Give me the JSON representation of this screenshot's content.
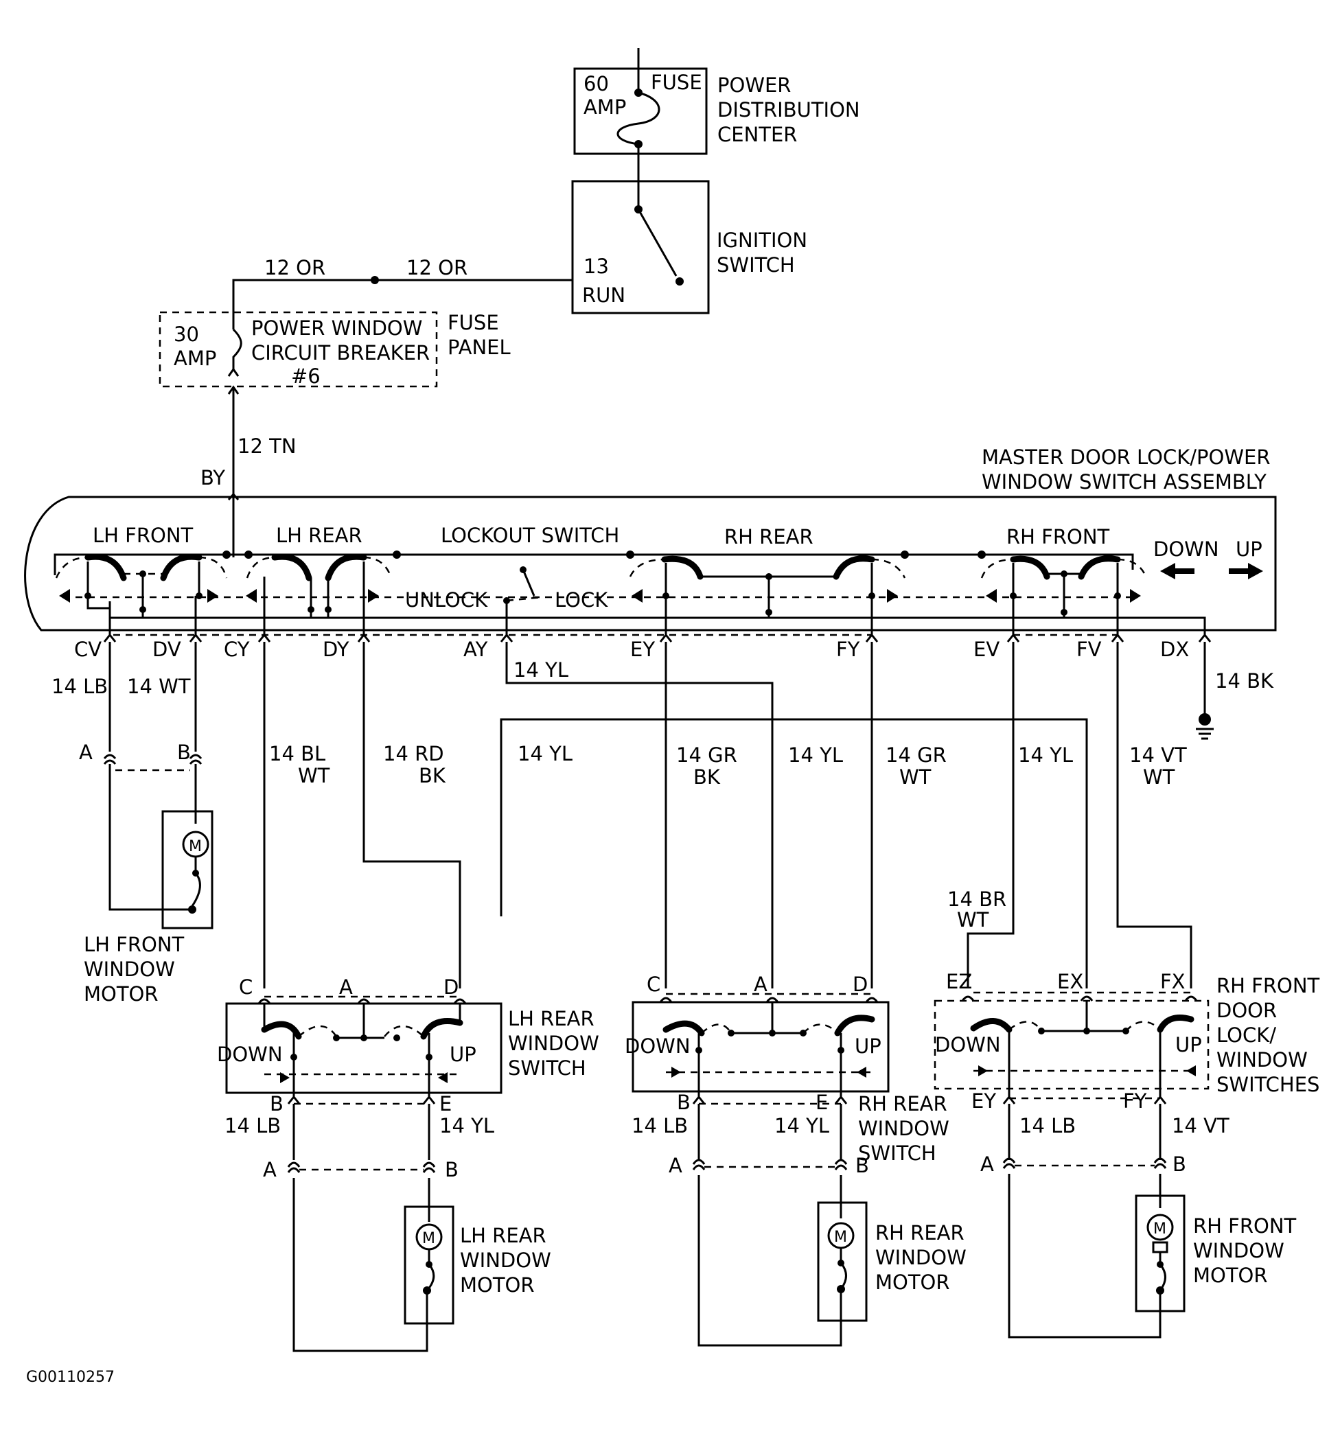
{
  "labels": {
    "fuse_60": [
      "60",
      "AMP"
    ],
    "fuse": "FUSE",
    "pdc": [
      "POWER",
      "DISTRIBUTION",
      "CENTER"
    ],
    "ign": [
      "IGNITION",
      "SWITCH"
    ],
    "run": [
      "13",
      "RUN"
    ],
    "wire_12or": "12 OR",
    "cb_30": [
      "30",
      "AMP"
    ],
    "cb": [
      "POWER WINDOW",
      "CIRCUIT BREAKER",
      "#6"
    ],
    "fuse_panel": [
      "FUSE",
      "PANEL"
    ],
    "wire_12tn": "12 TN",
    "by": "BY",
    "master": [
      "MASTER DOOR LOCK/POWER",
      "WINDOW SWITCH ASSEMBLY"
    ],
    "lh_front": "LH FRONT",
    "lh_rear": "LH REAR",
    "lockout": "LOCKOUT SWITCH",
    "rh_rear": "RH REAR",
    "rh_front": "RH FRONT",
    "down": "DOWN",
    "up": "UP",
    "unlock": "UNLOCK",
    "lock": "LOCK",
    "pin_cv": "CV",
    "pin_dv": "DV",
    "pin_cy": "CY",
    "pin_dy": "DY",
    "pin_ay": "AY",
    "pin_ey": "EY",
    "pin_fy": "FY",
    "pin_ev": "EV",
    "pin_fv": "FV",
    "pin_dx": "DX",
    "w_14lb": "14 LB",
    "w_14wt": "14 WT",
    "w_14bl": [
      "14 BL",
      "WT"
    ],
    "w_14rd": [
      "14 RD",
      "BK"
    ],
    "w_14yl": "14 YL",
    "w_14gr_bk": [
      "14 GR",
      "BK"
    ],
    "w_14gr_wt": [
      "14 GR",
      "WT"
    ],
    "w_14vt_wt": [
      "14 VT",
      "WT"
    ],
    "w_14bk": "14 BK",
    "w_14br_wt": [
      "14 BR",
      "WT"
    ],
    "w_14vt": "14 VT",
    "pin_a": "A",
    "pin_b": "B",
    "pin_c": "C",
    "pin_d": "D",
    "pin_e": "E",
    "pin_ez": "EZ",
    "pin_ex": "EX",
    "pin_fx": "FX",
    "pin_ey2": "EY",
    "pin_fy2": "FY",
    "lhf_motor": [
      "LH FRONT",
      "WINDOW",
      "MOTOR"
    ],
    "lhr_switch": [
      "LH REAR",
      "WINDOW",
      "SWITCH"
    ],
    "rhr_switch": [
      "RH REAR",
      "WINDOW",
      "SWITCH"
    ],
    "rhf_switch": [
      "RH FRONT",
      "DOOR",
      "LOCK/",
      "WINDOW",
      "SWITCHES"
    ],
    "lhr_motor": [
      "LH REAR",
      "WINDOW",
      "MOTOR"
    ],
    "rhr_motor": [
      "RH REAR",
      "WINDOW",
      "MOTOR"
    ],
    "rhf_motor": [
      "RH FRONT",
      "WINDOW",
      "MOTOR"
    ],
    "motor_m": "M",
    "figure_id": "G00110257"
  }
}
